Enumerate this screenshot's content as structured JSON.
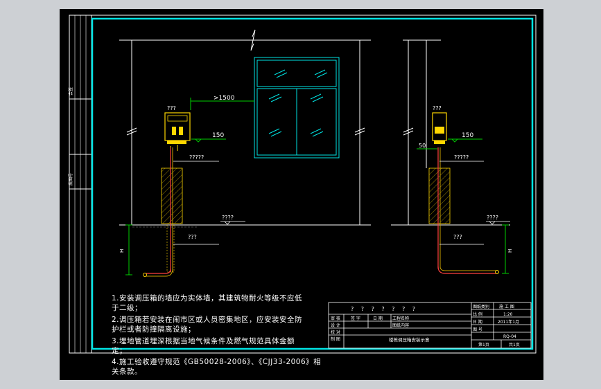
{
  "drawing": {
    "dim_distance": ">1500",
    "dim_height_left": "150",
    "dim_height_right": "150",
    "dim_offset": "50",
    "label_box_left": "???",
    "label_box_right": "???",
    "label_wall_left": "?????",
    "label_wall_right": "?????",
    "label_ground_left": "????",
    "label_ground_right": "????",
    "label_pipe_left": "???",
    "label_pipe_right": "???",
    "depth_left": "H",
    "depth_right": "H"
  },
  "notes": [
    "1.安装调压箱的墙应为实体墙，其建筑物耐火等级不应低",
    "于二级；",
    "2.调压箱若安装在闹市区或人员密集地区，应安装安全防",
    "护栏或者防撞隔离设施；",
    "3.埋地管道埋深根据当地气候条件及燃气规范具体金额",
    "定；",
    "4.施工验收遵守规范《GB50028-2006》、《CJJ33-2006》相",
    "关条款。"
  ],
  "title_block": {
    "header": "? ? ? ? ? ? ?",
    "rows_left": [
      "审 核",
      "设 计",
      "校 对",
      "制 图"
    ],
    "c1": "签 字",
    "c2": "日 期",
    "c3": "工程名称",
    "c4": "图纸内容",
    "drawing_title": "楼栋调压箱安装示意",
    "r_labels": [
      "图纸类别",
      "比 例",
      "日 期",
      "图 号"
    ],
    "r_values": [
      "施 工 图",
      "1:20",
      "2011年1月",
      "RQ-04"
    ],
    "sheet": "第1页",
    "total": "共1页"
  },
  "side_strip": {
    "top_label": "会签",
    "bottom_label": "底图号"
  }
}
